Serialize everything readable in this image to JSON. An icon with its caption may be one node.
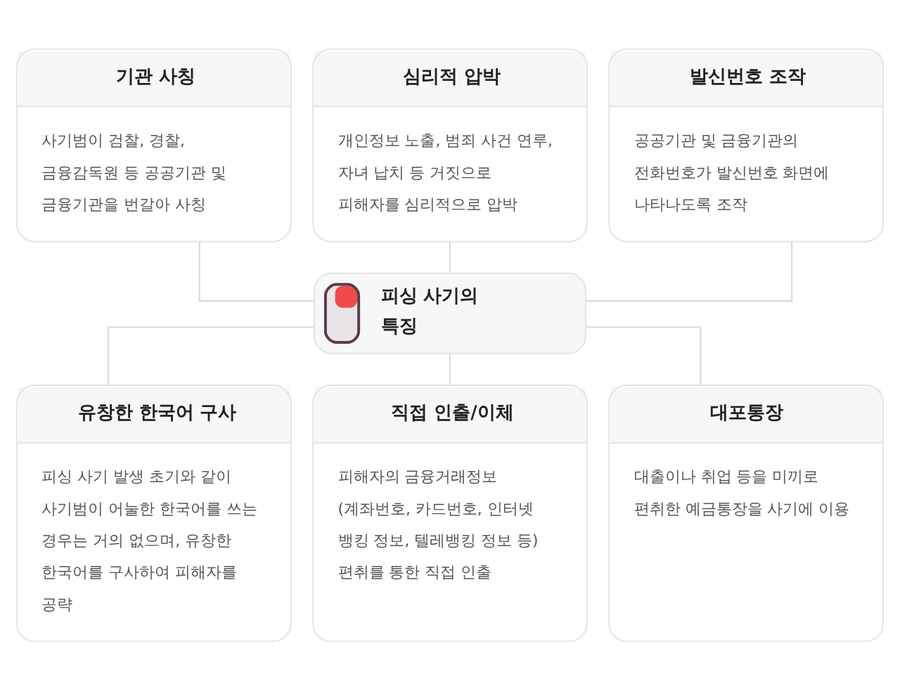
{
  "diagram": {
    "nodes": [
      {
        "text": [
          "기관 사칭",
          "사기범이 검찰, 경찰, 금융감독원 등 공공기관 및 금융기관을 번갈아 사칭"
        ]
      },
      {
        "text": [
          "심리적 압박",
          "개인정보 노출, 범죄 사건 연루, 자녀 납치 등 거짓으로 피해자를 심리적으로 압박"
        ]
      },
      {
        "text": [
          "발신번호 조작",
          "공공기관 및 금융기관의 전화번호가 발신번호 화면에 나타나도록 조작"
        ]
      },
      {
        "text": [
          "피싱 사기의 특징"
        ]
      },
      {
        "text": [
          "유창한 한국어 구사",
          "피싱 사기 발생 초기와 같이 사기범이 어눌한 한국어를 쓰는 경우는 거의 없으며, 유창한 한국어를 구사하여 피해자를 공략"
        ]
      },
      {
        "text": [
          "직접 인출/이체",
          "피해자의 금융거래정보 (계좌번호, 카드번호, 인터넷 뱅킹 정보, 텔레뱅킹 정보 등) 편취를 통한 직접 인출"
        ]
      },
      {
        "text": [
          "대포통장",
          "대출이나 취업 등을 미끼로 편취한 예금통장을 사기에 이용"
        ]
      }
    ],
    "edges": [
      {
        "from": 0,
        "to": 3,
        "arrow": "none"
      },
      {
        "from": 1,
        "to": 3,
        "arrow": "none"
      },
      {
        "from": 2,
        "to": 3,
        "arrow": "none"
      },
      {
        "from": 3,
        "to": 4,
        "arrow": "none"
      },
      {
        "from": 3,
        "to": 5,
        "arrow": "none"
      },
      {
        "from": 3,
        "to": 6,
        "arrow": "none"
      }
    ]
  }
}
